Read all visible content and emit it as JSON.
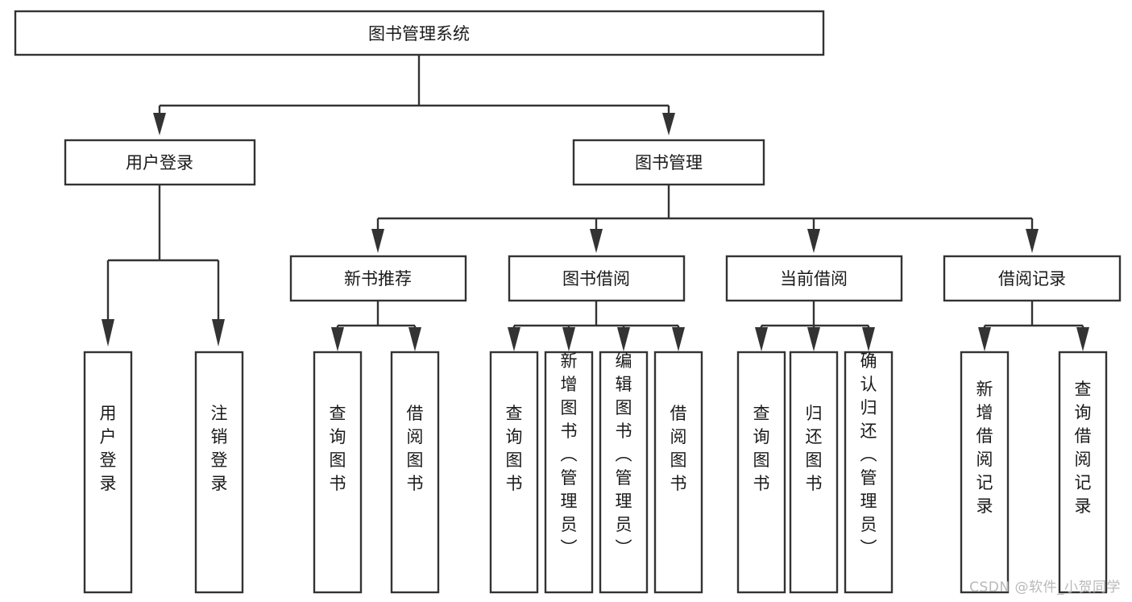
{
  "diagram": {
    "title": "图书管理系统",
    "type": "tree-hierarchy",
    "colors": {
      "background": "#ffffff",
      "box_fill": "#ffffff",
      "box_stroke": "#333333",
      "text": "#1a1a1a",
      "watermark": "#b9b9b9"
    },
    "root": {
      "label": "图书管理系统"
    },
    "level2": [
      {
        "label": "用户登录"
      },
      {
        "label": "图书管理"
      }
    ],
    "level3": [
      {
        "label": "新书推荐"
      },
      {
        "label": "图书借阅"
      },
      {
        "label": "当前借阅"
      },
      {
        "label": "借阅记录"
      }
    ],
    "leaves": {
      "user_login": [
        {
          "label": "用户登录"
        },
        {
          "label": "注销登录"
        }
      ],
      "new_book_recommend": [
        {
          "label": "查询图书"
        },
        {
          "label": "借阅图书"
        }
      ],
      "book_borrow": [
        {
          "label": "查询图书"
        },
        {
          "label": "新增图书（管理员）"
        },
        {
          "label": "编辑图书（管理员）"
        },
        {
          "label": "借阅图书"
        }
      ],
      "current_borrow": [
        {
          "label": "查询图书"
        },
        {
          "label": "归还图书"
        },
        {
          "label": "确认归还（管理员）"
        }
      ],
      "borrow_records": [
        {
          "label": "新增借阅记录"
        },
        {
          "label": "查询借阅记录"
        }
      ]
    }
  },
  "watermark": {
    "text": "CSDN @软件_小贺同学"
  }
}
